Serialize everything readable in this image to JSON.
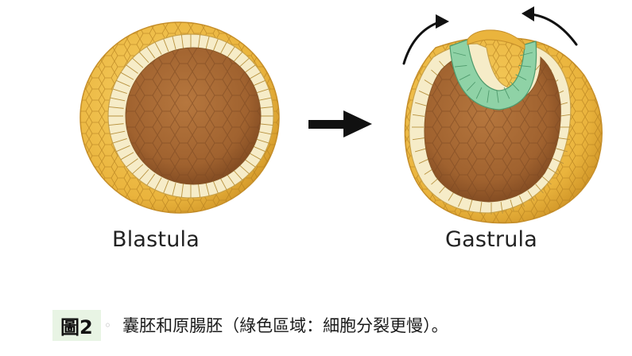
{
  "labels": {
    "left": "Blastula",
    "right": "Gastrula"
  },
  "caption": {
    "figure_tag": "圖2",
    "separator": "◦",
    "text": "囊胚和原腸胚（綠色區域：細胞分裂更慢）。"
  },
  "colors": {
    "cell_yellow": "#f2c14a",
    "cell_cream": "#f6ecc8",
    "interior_brown": "#a96a35",
    "interior_dark": "#7e4a22",
    "green_region": "#8fd2a6",
    "arrow": "#111111"
  }
}
